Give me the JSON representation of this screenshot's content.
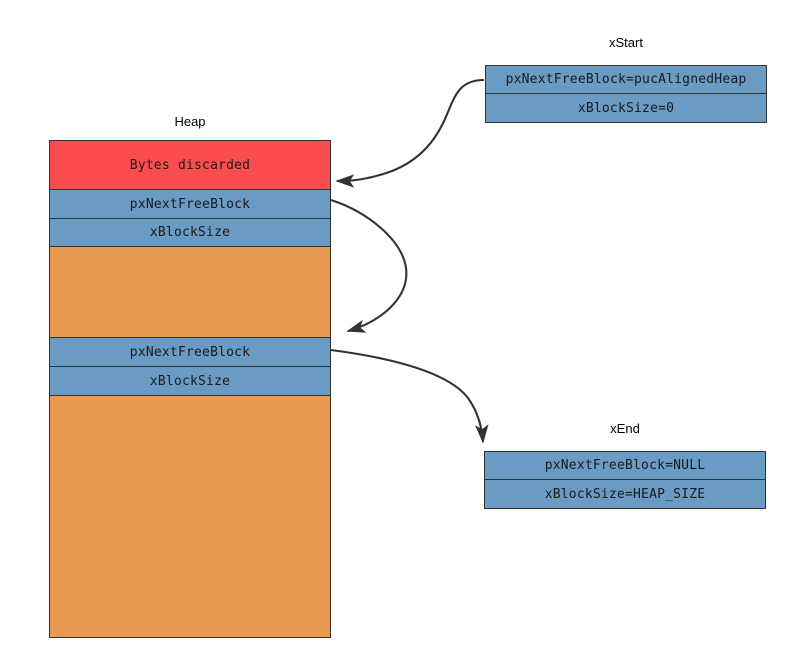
{
  "diagram": {
    "title_heap": "Heap",
    "title_xstart": "xStart",
    "title_xend": "xEnd",
    "colors": {
      "discarded": "#fb4d4d",
      "block_header": "#6a9bc4",
      "free_memory": "#e99950",
      "outline": "#333333",
      "arrow": "#333333",
      "background": "#ffffff"
    }
  },
  "heap": {
    "label": "Heap",
    "bands": [
      {
        "text": "Bytes discarded",
        "kind": "discarded",
        "color": "#fb4d4d"
      },
      {
        "text": "pxNextFreeBlock",
        "kind": "block_header",
        "color": "#6a9bc4"
      },
      {
        "text": "xBlockSize",
        "kind": "block_header",
        "color": "#6a9bc4"
      },
      {
        "text": "",
        "kind": "free_memory",
        "color": "#e99950"
      },
      {
        "text": "pxNextFreeBlock",
        "kind": "block_header",
        "color": "#6a9bc4"
      },
      {
        "text": "xBlockSize",
        "kind": "block_header",
        "color": "#6a9bc4"
      },
      {
        "text": "",
        "kind": "free_memory",
        "color": "#e99950"
      }
    ]
  },
  "xstart": {
    "label": "xStart",
    "rows": [
      {
        "text": "pxNextFreeBlock=pucAlignedHeap"
      },
      {
        "text": "xBlockSize=0"
      }
    ]
  },
  "xend": {
    "label": "xEnd",
    "rows": [
      {
        "text": "pxNextFreeBlock=NULL"
      },
      {
        "text": "xBlockSize=HEAP_SIZE"
      }
    ]
  },
  "arrows": [
    {
      "name": "xstart-to-first-block",
      "from": "xStart",
      "to": "heap first block header"
    },
    {
      "name": "first-block-to-second-block",
      "from": "heap first block header",
      "to": "heap second block header"
    },
    {
      "name": "second-block-to-xend",
      "from": "heap second block header",
      "to": "xEnd"
    }
  ]
}
